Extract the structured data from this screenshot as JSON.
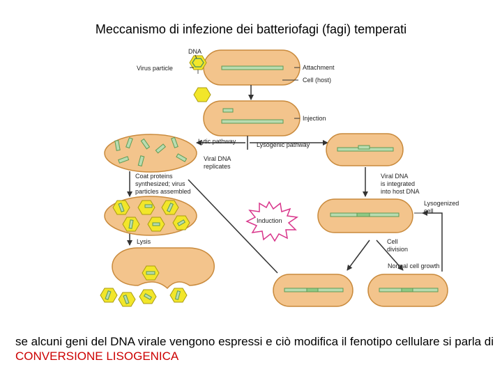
{
  "title": "Meccanismo di infezione dei batteriofagi (fagi) temperati",
  "labels": {
    "dna": "DNA",
    "virus_particle": "Virus particle",
    "attachment": "Attachment",
    "cell_host": "Cell (host)",
    "injection": "Injection",
    "lytic_pathway": "Lytic pathway",
    "lysogenic_pathway": "Lysogenic pathway",
    "viral_dna_replicates_1": "Viral DNA",
    "viral_dna_replicates_2": "replicates",
    "coat_1": "Coat proteins",
    "coat_2": "synthesized; virus",
    "coat_3": "particles assembled",
    "lysis": "Lysis",
    "induction": "Induction",
    "integrated_1": "Viral DNA",
    "integrated_2": "is integrated",
    "integrated_3": "into host DNA",
    "lysogenized_1": "Lysogenized",
    "lysogenized_2": "cell",
    "division_1": "Cell",
    "division_2": "division",
    "normal_growth": "Normal cell growth"
  },
  "caption": {
    "text": "se alcuni geni del DNA virale vengono espressi e ciò modifica il fenotipo cellulare si parla di",
    "highlight": "CONVERSIONE LISOGENICA"
  },
  "colors": {
    "cell_fill": "#f3c48c",
    "cell_stroke": "#c98a3c",
    "dna_fill": "#b8dcb0",
    "dna_stroke": "#5e9a55",
    "virus_fill": "#f2e62a",
    "virus_stroke": "#a89a10",
    "induction_stroke": "#d8348a",
    "highlight": "#cc0000"
  }
}
